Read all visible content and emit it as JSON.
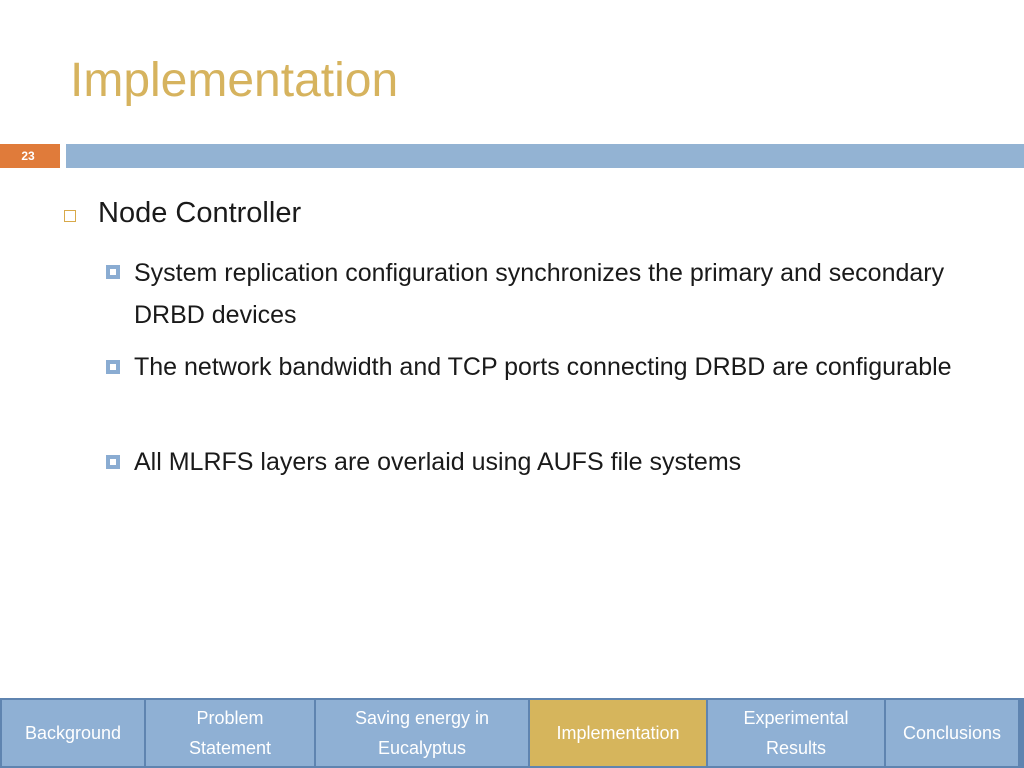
{
  "slide": {
    "title": "Implementation",
    "page_number": "23"
  },
  "content": {
    "heading": "Node Controller",
    "bullets": [
      "System replication configuration synchronizes the primary and secondary DRBD devices",
      "The network bandwidth and TCP ports connecting DRBD are configurable",
      "All MLRFS layers are overlaid using AUFS file systems"
    ]
  },
  "nav": {
    "items": [
      {
        "label": "Background"
      },
      {
        "label": "Problem\nStatement"
      },
      {
        "label": "Saving energy in\nEucalyptus"
      },
      {
        "label": "Implementation"
      },
      {
        "label": "Experimental\nResults"
      },
      {
        "label": "Conclusions"
      }
    ],
    "active_index": 3
  },
  "colors": {
    "title": "#d6b35e",
    "page_number_bg": "#e07b3a",
    "header_bar": "#93b3d3",
    "nav_bg": "#8fb0d4",
    "nav_active_bg": "#d6b55c",
    "nav_border": "#5f84b0"
  }
}
